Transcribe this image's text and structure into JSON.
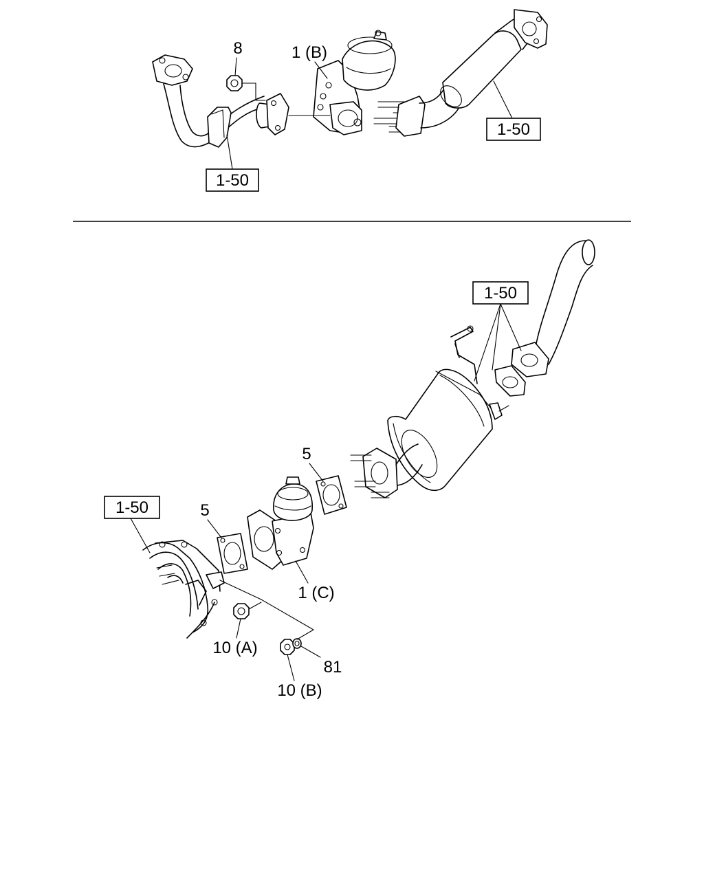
{
  "diagram": {
    "labels": {
      "top_ref_left": "1-50",
      "top_ref_right": "1-50",
      "top_part_8": "8",
      "top_part_1b": "1 (B)",
      "bottom_ref_upper": "1-50",
      "bottom_ref_left": "1-50",
      "part_5_left": "5",
      "part_5_right": "5",
      "part_1c": "1 (C)",
      "part_10a": "10 (A)",
      "part_10b": "10 (B)",
      "part_81": "81"
    }
  }
}
